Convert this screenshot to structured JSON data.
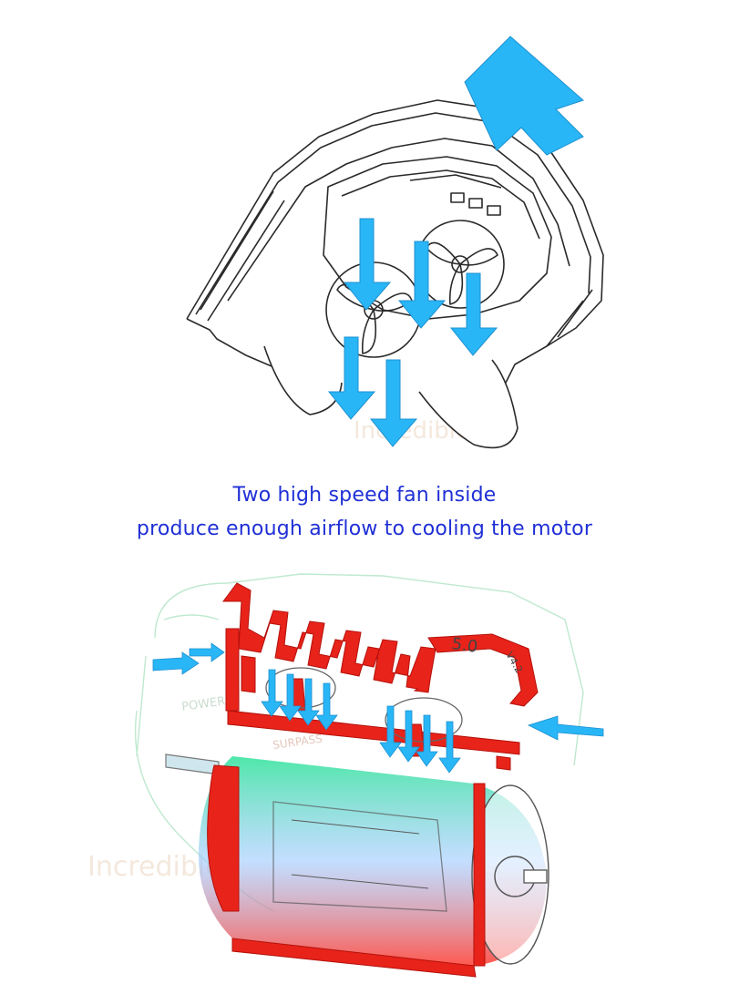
{
  "caption": {
    "line1": "Two high speed fan inside",
    "line2": "produce enough airflow to cooling the motor"
  },
  "product_marks": {
    "housing_text": "POWER",
    "brand_text": "SURPASS",
    "turns": "5.0",
    "version": "V4.2"
  },
  "watermark": {
    "text": "Incredible"
  },
  "colors": {
    "airflow_arrow": "#29b6f6",
    "caption": "#1f2fd6",
    "section_cut": "#e8231a",
    "heat_gradient_top": "#2fe39a",
    "heat_gradient_bottom": "#ff3b2f"
  }
}
